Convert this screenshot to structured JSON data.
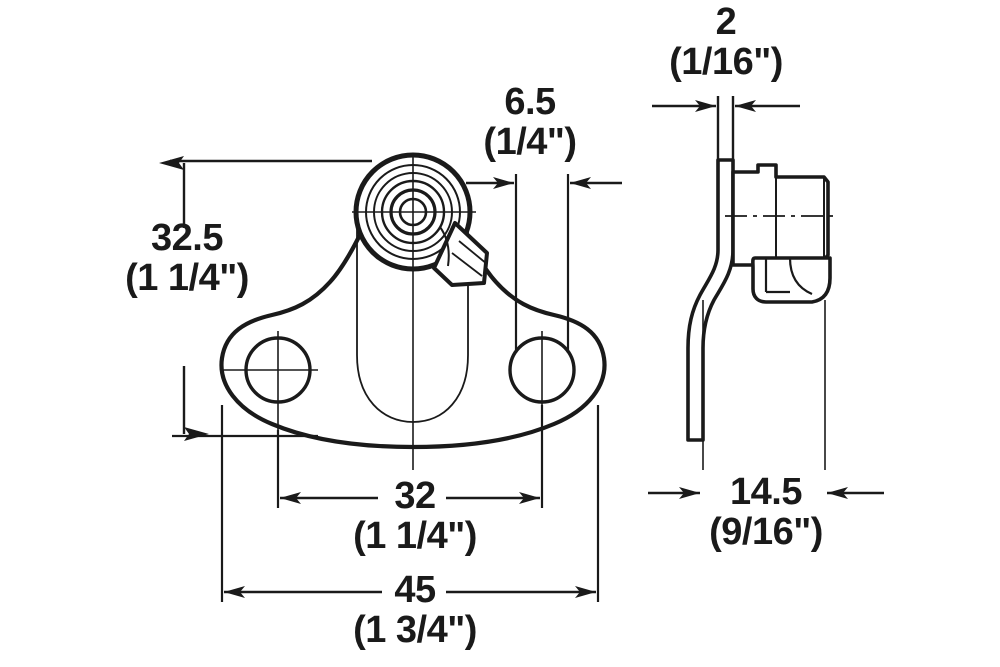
{
  "drawing": {
    "title": "Flap stay mounting bracket dimensioned drawing",
    "line_color": "#1a1a1a",
    "background_color": "#ffffff",
    "views": [
      {
        "name": "front-view",
        "label": ""
      },
      {
        "name": "side-view",
        "label": ""
      }
    ]
  },
  "dimensions": {
    "height_front": {
      "name": "32.5",
      "metric": "32.5",
      "imperial": "(1 1/4\")",
      "orientation": "vertical",
      "view": "front-view"
    },
    "offset_top": {
      "name": "6.5",
      "metric": "6.5",
      "imperial": "(1/4\")",
      "orientation": "horizontal",
      "view": "front-view"
    },
    "hole_spacing": {
      "name": "32",
      "metric": "32",
      "imperial": "(1 1/4\")",
      "orientation": "horizontal",
      "view": "front-view"
    },
    "overall_width": {
      "name": "45",
      "metric": "45",
      "imperial": "(1 3/4\")",
      "orientation": "horizontal",
      "view": "front-view"
    },
    "plate_thickness": {
      "name": "2",
      "metric": "2",
      "imperial": "(1/16\")",
      "orientation": "horizontal",
      "view": "side-view"
    },
    "depth_side": {
      "name": "14.5",
      "metric": "14.5",
      "imperial": "(9/16\")",
      "orientation": "horizontal",
      "view": "side-view"
    }
  },
  "chart_data": {
    "type": "table",
    "title": "Bracket dimensions",
    "categories": [
      "32.5",
      "6.5",
      "32",
      "45",
      "2",
      "14.5"
    ],
    "values": [
      32.5,
      6.5,
      32,
      45,
      2,
      14.5
    ],
    "units": "mm",
    "imperial": [
      "1 1/4\"",
      "1/4\"",
      "1 1/4\"",
      "1 3/4\"",
      "1/16\"",
      "9/16\""
    ]
  }
}
